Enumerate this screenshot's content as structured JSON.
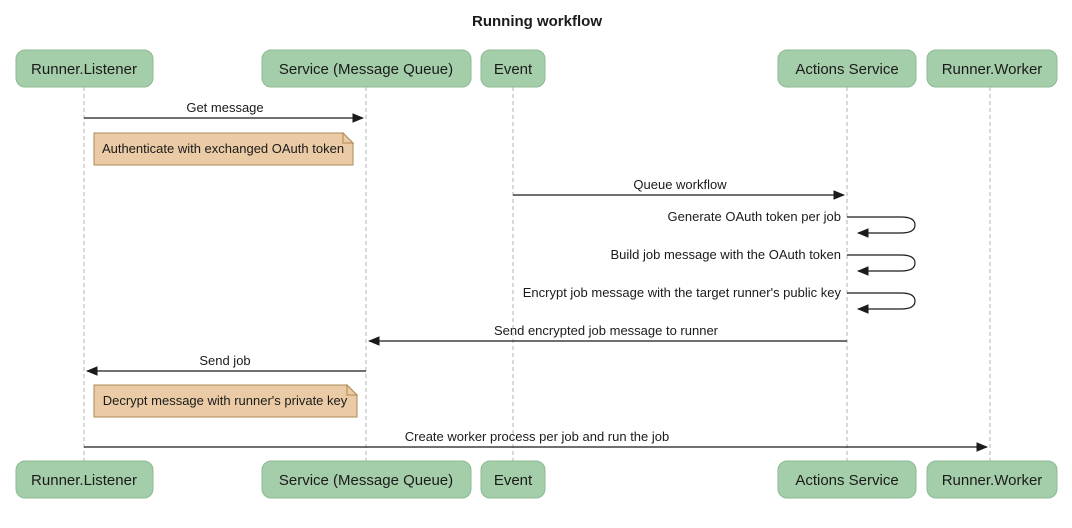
{
  "title": "Running workflow",
  "participants": {
    "runner_listener": "Runner.Listener",
    "service_mq": "Service (Message Queue)",
    "event": "Event",
    "actions_service": "Actions Service",
    "runner_worker": "Runner.Worker"
  },
  "messages": {
    "get_message": "Get message",
    "queue_workflow": "Queue workflow",
    "generate_token": "Generate OAuth token per job",
    "build_job_message": "Build job message with the OAuth token",
    "encrypt_job_message": "Encrypt job message with the target runner's public key",
    "send_encrypted": "Send encrypted job message to runner",
    "send_job": "Send job",
    "create_worker": "Create worker process per job and run the job"
  },
  "notes": {
    "authenticate": "Authenticate with exchanged OAuth token",
    "decrypt": "Decrypt message with runner's private key"
  },
  "colors": {
    "participant_fill": "#a4cda9",
    "participant_border": "#8cba93",
    "note_fill": "#eacba5",
    "note_border": "#ae8a54",
    "lifeline": "#b3b3b3",
    "arrow": "#1b1b1b"
  }
}
